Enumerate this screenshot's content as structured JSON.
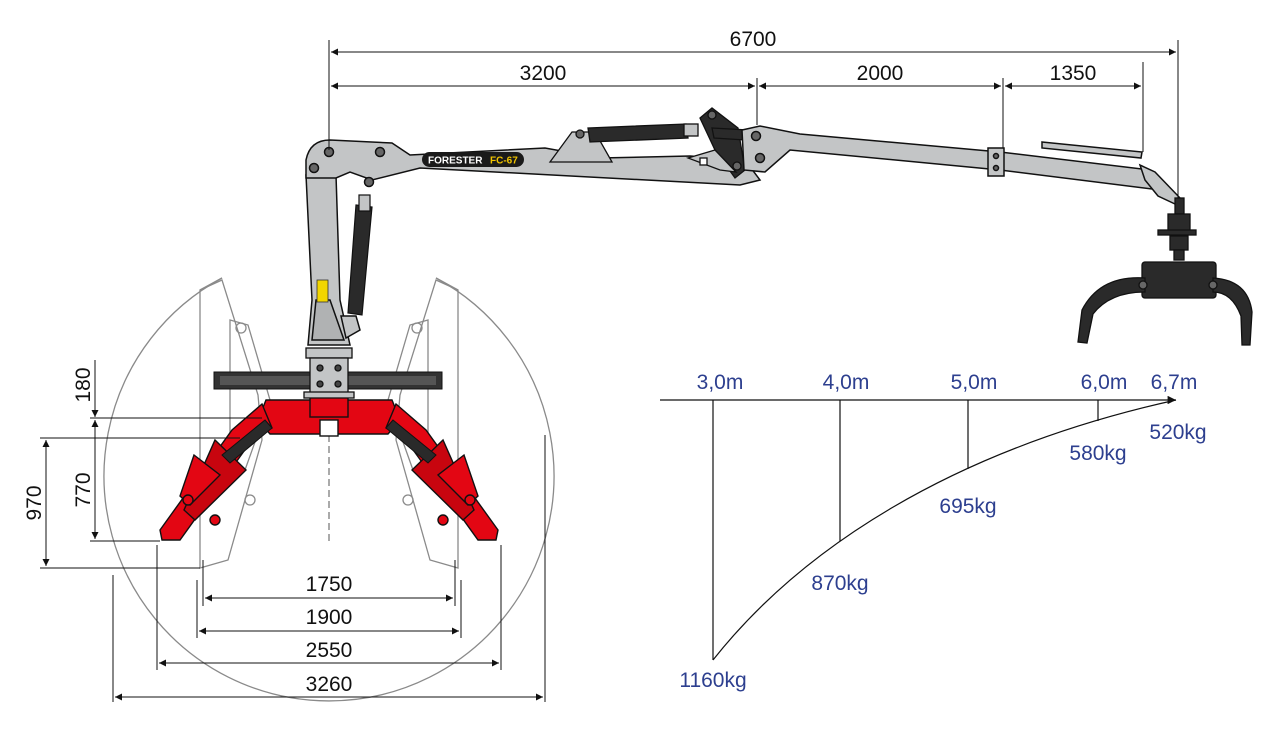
{
  "brand": {
    "name": "FORESTER",
    "model": "FC-67",
    "model_color": "#f0c400"
  },
  "colors": {
    "arm": "#c3c5c6",
    "base": "#e30613",
    "cylinder": "#2a2a2a",
    "load_text": "#2d3f8f"
  },
  "boom_dimensions": {
    "total": "6700",
    "seg1": "3200",
    "seg2": "2000",
    "seg3": "1350"
  },
  "base_dimensions": {
    "h1": "180",
    "h2": "770",
    "h3": "970",
    "w1": "1750",
    "w2": "1900",
    "w3": "2550",
    "w4": "3260"
  },
  "load_chart": {
    "reach_labels": [
      "3,0m",
      "4,0m",
      "5,0m",
      "6,0m",
      "6,7m"
    ],
    "load_labels": [
      "1160kg",
      "870kg",
      "695kg",
      "580kg",
      "520kg"
    ]
  }
}
